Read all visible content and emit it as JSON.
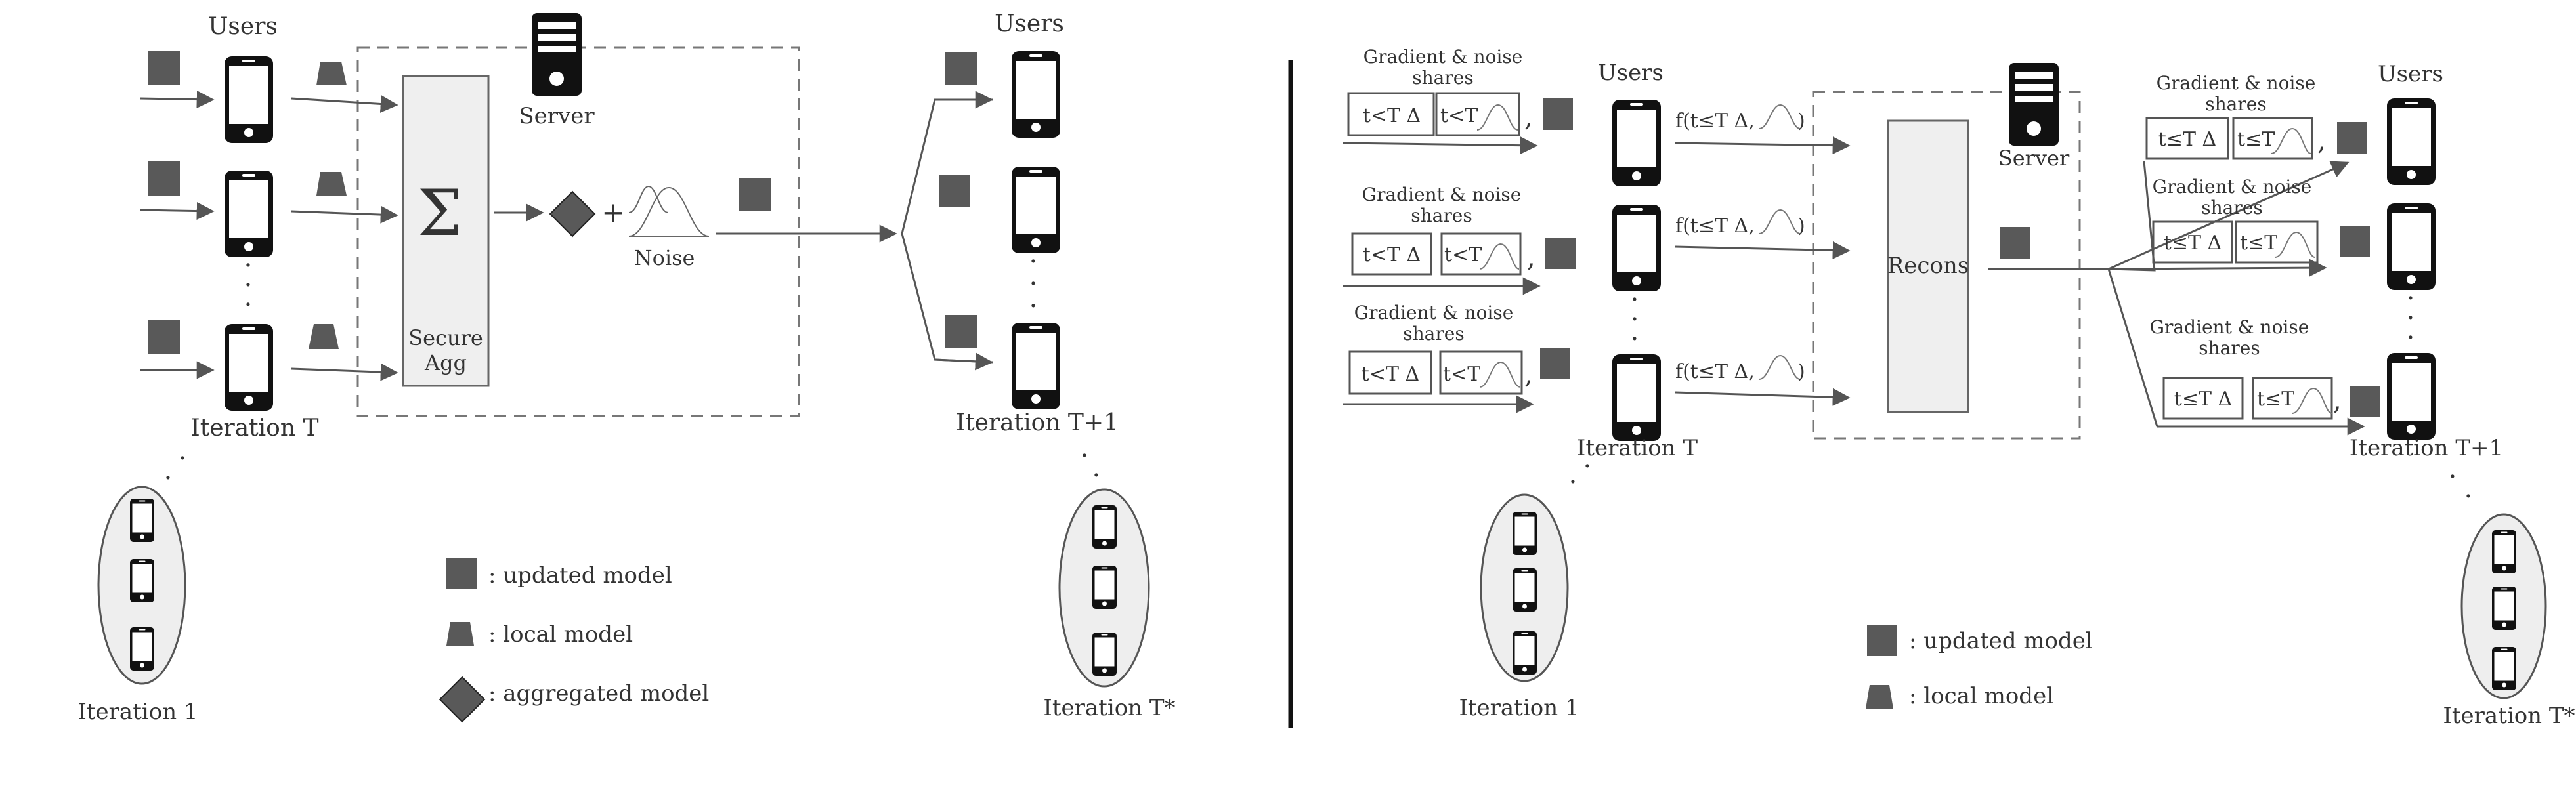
{
  "left_diagram": {
    "users_left_label": "Users",
    "server_label": "Server",
    "users_right_label": "Users",
    "aggregator_symbol": "Σ",
    "aggregator_caption_line1": "Secure",
    "aggregator_caption_line2": "Agg",
    "plus_sign": "+",
    "noise_label": "Noise",
    "iteration_t_label": "Iteration T",
    "iteration_t1_label": "Iteration T+1",
    "iteration_1_label": "Iteration 1",
    "iteration_tstar_label": "Iteration T*",
    "legend": [
      {
        "shape": "square",
        "text": ": updated model"
      },
      {
        "shape": "trapezoid",
        "text": ": local model"
      },
      {
        "shape": "diamond",
        "text": ": aggregated model"
      }
    ]
  },
  "right_diagram": {
    "users_left_label": "Users",
    "server_label": "Server",
    "users_right_label": "Users",
    "recons_label": "Recons",
    "left_share_caption_line1": "Gradient & noise",
    "left_share_caption_line2": "shares",
    "left_share_box1": "t<T  Δ",
    "left_share_box2": "t<T",
    "right_share_caption_line1": "Gradient & noise",
    "right_share_caption_line2": "shares",
    "right_share_box1": "t≤T  Δ",
    "right_share_box2": "t≤T",
    "comma": ",",
    "function_label": "f(t≤T Δ,",
    "function_close": ")",
    "iteration_t_label": "Iteration T",
    "iteration_t1_label": "Iteration T+1",
    "iteration_1_label": "Iteration 1",
    "iteration_tstar_label": "Iteration T*",
    "legend": [
      {
        "shape": "square",
        "text": ": updated model"
      },
      {
        "shape": "trapezoid",
        "text": ": local model"
      }
    ]
  },
  "colors": {
    "model_fill": "#595959",
    "phone": "#111111",
    "box_fill": "#efefef",
    "line": "#555555",
    "text": "#333333"
  }
}
